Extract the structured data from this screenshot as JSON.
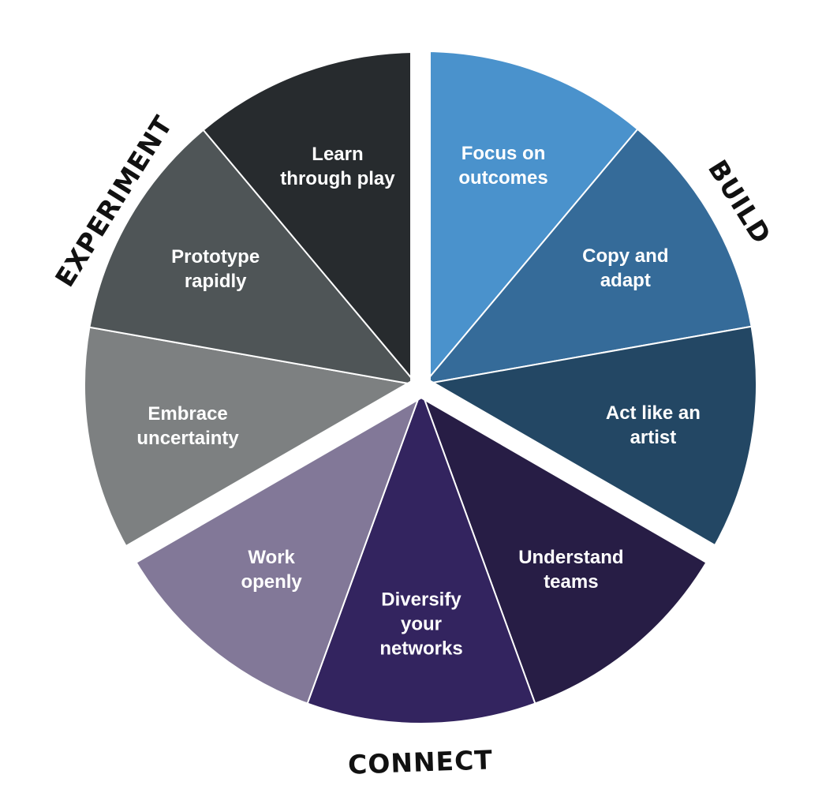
{
  "diagram": {
    "colors": {
      "background": "#ffffff",
      "divider": "#ffffff",
      "label_text": "#ffffff",
      "group_text": "#111111"
    },
    "groups": [
      {
        "id": "build",
        "label": "BUILD",
        "segments": [
          {
            "label_lines": [
              "Focus on",
              "outcomes"
            ],
            "color": "#4a92cc"
          },
          {
            "label_lines": [
              "Copy and",
              "adapt"
            ],
            "color": "#356b99"
          },
          {
            "label_lines": [
              "Act like an",
              "artist"
            ],
            "color": "#234764"
          }
        ]
      },
      {
        "id": "connect",
        "label": "CONNECT",
        "segments": [
          {
            "label_lines": [
              "Understand",
              "teams"
            ],
            "color": "#271d45"
          },
          {
            "label_lines": [
              "Diversify",
              "your",
              "networks"
            ],
            "color": "#33245f"
          },
          {
            "label_lines": [
              "Work",
              "openly"
            ],
            "color": "#827898"
          }
        ]
      },
      {
        "id": "experiment",
        "label": "EXPERIMENT",
        "segments": [
          {
            "label_lines": [
              "Embrace",
              "uncertainty"
            ],
            "color": "#7d8081"
          },
          {
            "label_lines": [
              "Prototype",
              "rapidly"
            ],
            "color": "#4f5557"
          },
          {
            "label_lines": [
              "Learn",
              "through play"
            ],
            "color": "#272b2e"
          }
        ]
      }
    ]
  }
}
